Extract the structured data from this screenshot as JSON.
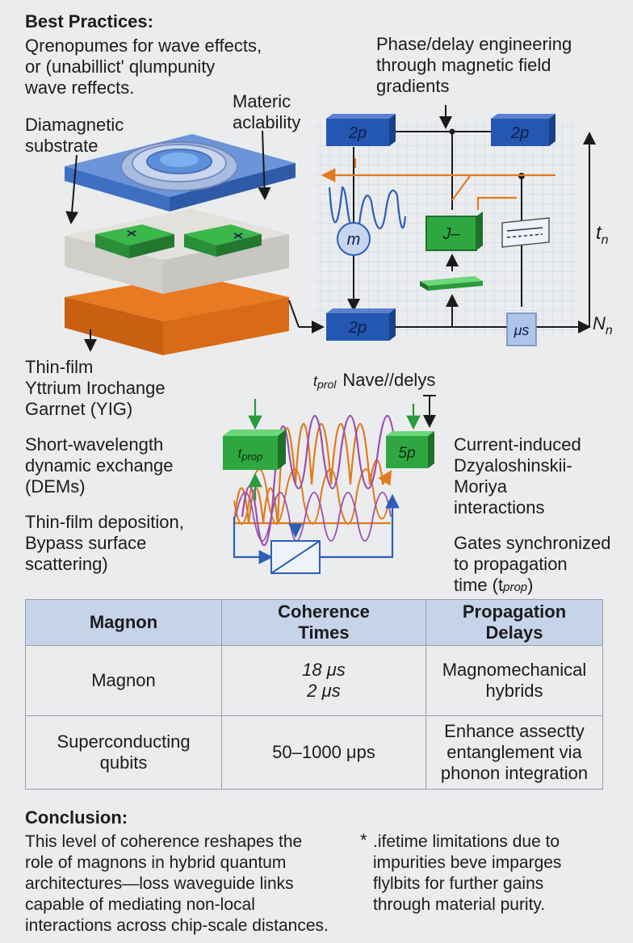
{
  "best_practices": {
    "heading": "Best Practices:",
    "text": "Qrenopumes for wave effects,\nor (unabillict' qlumpunity\nwave reffects."
  },
  "labels": {
    "phase_delay": "Phase/delay engineering\nthrough magnetic field\ngradients",
    "materic": "Materic\naclability",
    "diamagnetic": "Diamagnetic\nsubstrate",
    "yig": "Thin-film\nYttrium Irochange\nGarrnet (YIG)",
    "short_wavelength": "Short-wavelength\ndynamic exchange\n(DEMs)",
    "deposition": "Thin-film deposition,\nBypass surface\nscattering)",
    "current_induced": "Current-induced\nDzyaloshinskii-\nMoriya\ninteractions",
    "gates": "Gates synchronized\nto propagation\ntime (t",
    "gates_sub": "prop",
    "gates_end": ")"
  },
  "circuit": {
    "box_top_left": "2p",
    "box_top_right": "2p",
    "box_bottom_left": "2p",
    "box_mus": "μs",
    "circle": "m",
    "box_j": "J–",
    "t_main": "t",
    "t_sub": "n",
    "n_main": "N",
    "n_sub": "n"
  },
  "wave_diagram": {
    "title_prefix": "t",
    "title_sub": "prol",
    "title": "Nave//delys",
    "left_main": "t",
    "left_sub": "prop",
    "right": "5p"
  },
  "table": {
    "headers": [
      "Magnon",
      "Coherence\nTimes",
      "Propagation\nDelays"
    ],
    "rows": [
      [
        "Magnon",
        "18 μs\n2 μs",
        "Magnomechanical\nhybrids"
      ],
      [
        "Superconducting\nqubits",
        "50–1000 μps",
        "Enhance assectty\nentanglement via\nphonon integration"
      ]
    ]
  },
  "conclusion": {
    "heading": "Conclusion:",
    "text": "This level of coherence reshapes the\nrole of magnons in hybrid quantum\narchitectures—loss waveguide links\ncapable of mediating non-local\ninteractions across chip-scale distances."
  },
  "note": {
    "star": "*",
    "text": ".ifetime limitations due to\nimpurities beve imparges\nflylbits for further gains\nthrough material purity."
  },
  "colors": {
    "blue_box": "#2457b2",
    "green_box": "#2a9a3c",
    "orange": "#e07a1e",
    "purple_wave": "#9b4fb0",
    "grid": "#c9d6ea"
  }
}
